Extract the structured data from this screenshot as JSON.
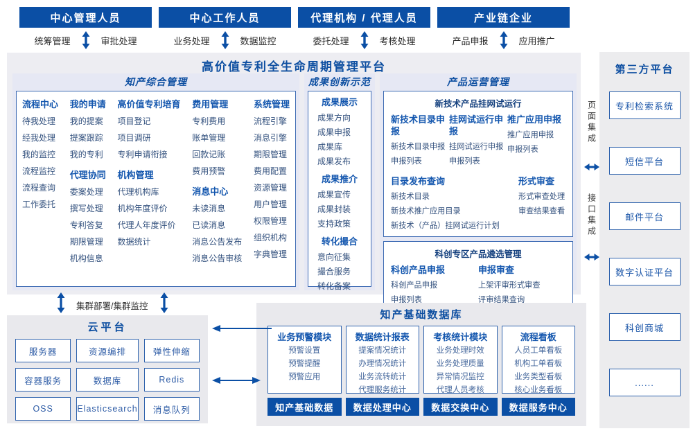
{
  "colors": {
    "primary_blue": "#0b4fa5",
    "heading_blue": "#1356ae",
    "title_navy": "#0e4fa1",
    "item_text": "#33517e"
  },
  "actors": [
    {
      "label": "中心管理人员",
      "sub_left": "统筹管理",
      "sub_right": "审批处理"
    },
    {
      "label": "中心工作人员",
      "sub_left": "业务处理",
      "sub_right": "数据监控"
    },
    {
      "label": "代理机构 / 代理人员",
      "sub_left": "委托处理",
      "sub_right": "考核处理"
    },
    {
      "label": "产业链企业",
      "sub_left": "产品申报",
      "sub_right": "应用推广"
    }
  ],
  "platform": {
    "title": "高价值专利全生命周期管理平台",
    "zhichan": {
      "title": "知产综合管理",
      "columns": [
        {
          "groups": [
            {
              "heading": "流程中心",
              "items": [
                "待我处理",
                "经我处理",
                "我的监控",
                "流程监控",
                "流程查询",
                "工作委托"
              ]
            }
          ]
        },
        {
          "groups": [
            {
              "heading": "我的申请",
              "items": [
                "我的提案",
                "提案跟踪",
                "我的专利"
              ]
            },
            {
              "heading": "代理协同",
              "items": [
                "委案处理",
                "撰写处理",
                "专利答复",
                "期限管理",
                "机构信息"
              ]
            }
          ]
        },
        {
          "groups": [
            {
              "heading": "高价值专利培育",
              "items": [
                "项目登记",
                "项目调研",
                "专利申请衔接"
              ]
            },
            {
              "heading": "机构管理",
              "items": [
                "代理机构库",
                "机构年度评价",
                "代理人年度评价",
                "数据统计"
              ]
            }
          ]
        },
        {
          "groups": [
            {
              "heading": "费用管理",
              "items": [
                "专利费用",
                "账单管理",
                "回款记账",
                "费用预警"
              ]
            },
            {
              "heading": "消息中心",
              "items": [
                "未读消息",
                "已读消息",
                "消息公告发布",
                "消息公告审核"
              ]
            }
          ]
        },
        {
          "groups": [
            {
              "heading": "系统管理",
              "items": [
                "流程引擎",
                "消息引擎",
                "期限管理",
                "费用配置",
                "资源管理",
                "用户管理",
                "权限管理",
                "组织机构",
                "字典管理"
              ]
            }
          ]
        }
      ]
    },
    "chengguo": {
      "title": "成果创新示范",
      "groups": [
        {
          "heading": "成果展示",
          "items": [
            "成果方向",
            "成果申报",
            "成果库",
            "成果发布"
          ]
        },
        {
          "heading": "成果推介",
          "items": [
            "成果宣传",
            "成果封装",
            "支持政策"
          ]
        },
        {
          "heading": "转化撮合",
          "items": [
            "意向征集",
            "撮合服务",
            "转化备案"
          ]
        }
      ]
    },
    "chanpin": {
      "title": "产品运营管理",
      "box1": {
        "title": "新技术产品挂网试运行",
        "top_groups": [
          {
            "heading": "新技术目录申报",
            "items": [
              "新技术目录申报",
              "申报列表"
            ]
          },
          {
            "heading": "挂网试运行申报",
            "items": [
              "挂网试运行申报",
              "申报列表"
            ]
          },
          {
            "heading": "推广应用申报",
            "items": [
              "推广应用申报",
              "申报列表"
            ]
          }
        ],
        "catalog_group": {
          "heading": "目录发布查询",
          "items": [
            "新技术目录",
            "新技术推广应用目录",
            "新技术（产品）挂网试运行计划"
          ]
        },
        "review_group": {
          "heading": "形式审查",
          "items": [
            "形式审查处理",
            "审查结果查看"
          ]
        }
      },
      "box2": {
        "title": "科创专区产品遴选管理",
        "groups": [
          {
            "heading": "科创产品申报",
            "items": [
              "科创产品申报",
              "申报列表"
            ]
          },
          {
            "heading": "申报审查",
            "items": [
              "上架评审形式审查",
              "评审结果查询"
            ]
          }
        ]
      }
    }
  },
  "integration": {
    "page": "页面集成",
    "interface": "接口集成"
  },
  "third_party": {
    "title": "第三方平台",
    "items": [
      "专利检索系统",
      "短信平台",
      "邮件平台",
      "数字认证平台",
      "科创商城",
      "......"
    ]
  },
  "cluster": {
    "label": "集群部署/集群监控"
  },
  "cloud": {
    "title": "云平台",
    "items": [
      "服务器",
      "资源编排",
      "弹性伸缩",
      "容器服务",
      "数据库",
      "Redis",
      "OSS",
      "Elasticsearch",
      "消息队列"
    ]
  },
  "database": {
    "title": "知产基础数据库",
    "modules": [
      {
        "heading": "业务预警模块",
        "items": [
          "预警设置",
          "预警提醒",
          "预警应用"
        ],
        "badge": "知产基础数据"
      },
      {
        "heading": "数据统计报表",
        "items": [
          "提案情况统计",
          "办理情况统计",
          "业务流转统计",
          "代理服务统计"
        ],
        "badge": "数据处理中心"
      },
      {
        "heading": "考核统计模块",
        "items": [
          "业务处理时效",
          "业务处理质量",
          "异常情况监控",
          "代理人员考核"
        ],
        "badge": "数据交换中心"
      },
      {
        "heading": "流程看板",
        "items": [
          "人员工单看板",
          "机构工单看板",
          "业务类型看板",
          "核心业务看板"
        ],
        "badge": "数据服务中心"
      }
    ]
  }
}
